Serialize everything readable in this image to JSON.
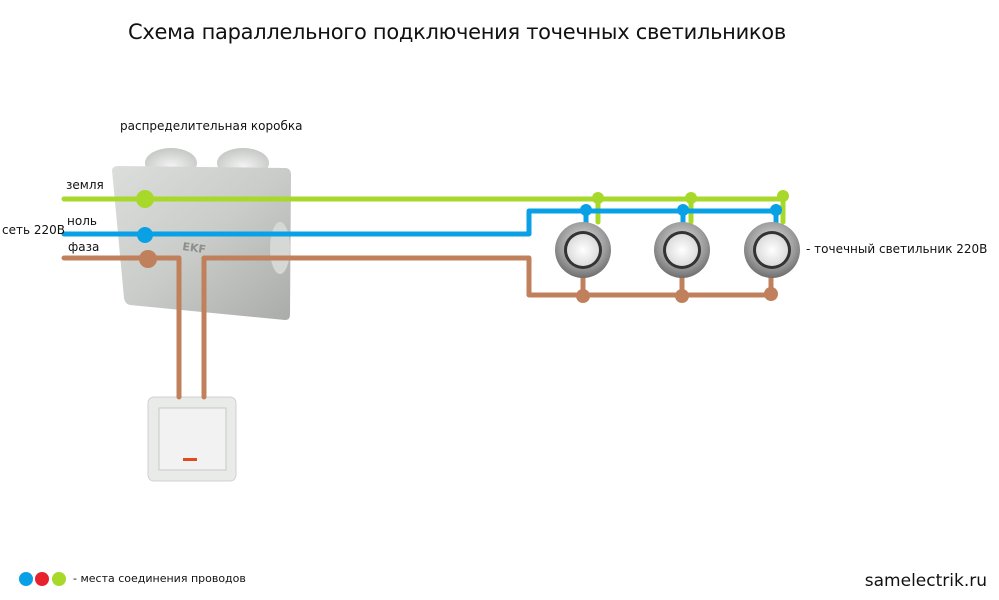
{
  "title": "Схема параллельного подключения точечных светильников",
  "labels": {
    "junction_box": "распределительная коробка",
    "ground": "земля",
    "neutral": "ноль",
    "network": "сеть 220В",
    "phase": "фаза",
    "spotlight": "- точечный светильник 220В",
    "box_brand": "EKF"
  },
  "legend": {
    "text": "- места соединения проводов",
    "dots": [
      "#0aa0e6",
      "#e8222c",
      "#a8d82a"
    ]
  },
  "footer": {
    "site": "samelectrik.ru"
  },
  "colors": {
    "ground": "#a8d82a",
    "neutral": "#0aa0e6",
    "phase": "#c0805c"
  },
  "spotlights_count": 3
}
